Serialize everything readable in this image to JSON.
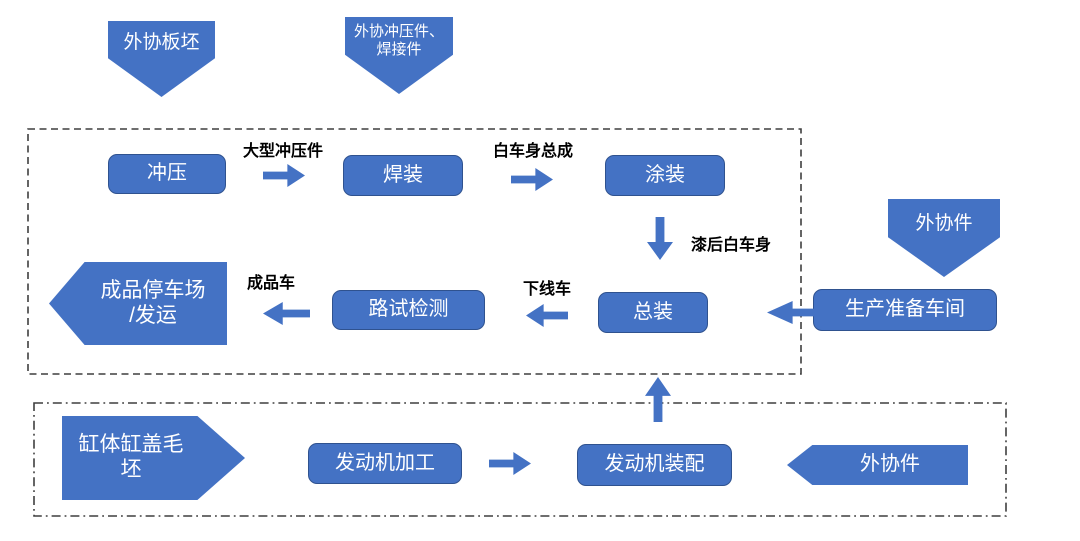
{
  "colors": {
    "shape-fill": "#4472C4",
    "shape-border": "#2F528F",
    "shape-text": "#FFFFFF",
    "label-text": "#000000",
    "border-line": "#3F3F3F"
  },
  "external_inputs": {
    "slab": "外协板坯",
    "stamping_welding": "外协冲压件、\n焊接件",
    "outsourced_main": "外协件",
    "outsourced_engine": "外协件"
  },
  "vehicle_line": {
    "stamping": "冲压",
    "welding": "焊装",
    "painting": "涂装",
    "final_assembly": "总装",
    "road_test": "路试检测",
    "prep_workshop": "生产准备车间",
    "finished_parking": "成品停车场\n/发运"
  },
  "flow_labels": {
    "large_stampings": "大型冲压件",
    "biw_assembly": "白车身总成",
    "painted_biw": "漆后白车身",
    "offline_vehicle": "下线车",
    "finished_vehicle": "成品车"
  },
  "engine_line": {
    "cylinder_blank": "缸体缸盖毛\n坯",
    "machining": "发动机加工",
    "assembly": "发动机装配"
  }
}
